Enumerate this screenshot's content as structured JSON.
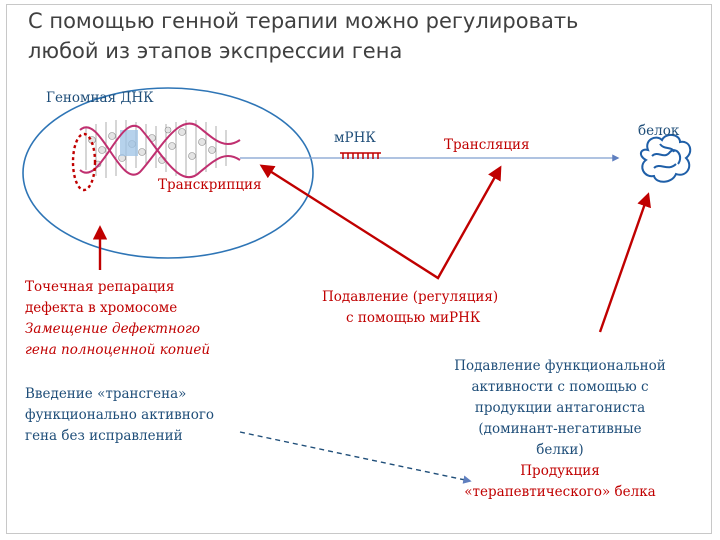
{
  "title": {
    "line1": "С помощью генной терапии можно регулировать",
    "line2": "любой из этапов экспрессии гена"
  },
  "labels": {
    "genomic_dna": "Геномная ДНК",
    "mrna": "мРНК",
    "protein": "белок",
    "transcription": "Транскрипция",
    "translation": "Трансляция"
  },
  "notes": {
    "repair_line1": "Точечная репарация",
    "repair_line2": "дефекта в хромосоме",
    "replace_line1": "Замещение дефектного",
    "replace_line2": "гена полноценной копией",
    "transgene_line1": "Введение «трансгена»",
    "transgene_line2": "функционально активного",
    "transgene_line3": "гена без исправлений",
    "mirna_line1": "Подавление (регуляция)",
    "mirna_line2": "с помощью миРНК",
    "antagonist_line1": "Подавление функциональной",
    "antagonist_line2": "активности с помощью с",
    "antagonist_line3": "продукции антагониста",
    "antagonist_line4": "(доминант-негативные",
    "antagonist_line5": "белки)",
    "product_line1": "Продукция",
    "product_line2": "«терапевтического» белка"
  },
  "colors": {
    "blue_text": "#1f4e79",
    "red_text": "#c00000",
    "ellipse_stroke": "#2e75b6",
    "arrow_red": "#c00000",
    "flow_line": "#7f9fcf",
    "dna_strand": "#c03070",
    "protein_blue": "#1f5fa8"
  },
  "icons": {
    "dna": "dna-helix-icon",
    "mrna": "mrna-strand-icon",
    "protein": "protein-blob-icon"
  }
}
